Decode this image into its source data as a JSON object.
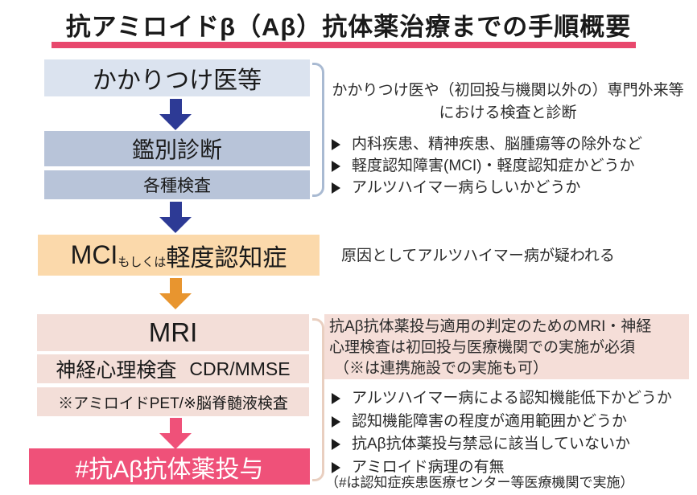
{
  "title": "抗アミロイドβ（Aβ）抗体薬治療までの手順概要",
  "icons": {
    "bullet_arrow": "➢",
    "down_arrow": "↓"
  },
  "colors": {
    "title_underline": "#e8486d",
    "box_blue_light": "#dbe3ef",
    "box_blue": "#b8c4d9",
    "box_peach": "#fbd9ab",
    "box_tan": "#f3ded8",
    "box_pink": "#ef5179",
    "arrow_blue": "#2d3a95",
    "arrow_orange": "#e8952f",
    "arrow_pink": "#ef5179",
    "bracket_blue": "#a9bad2",
    "bracket_tan": "#e9cfc0",
    "highlight_bg": "#f5ded8"
  },
  "flowchart": {
    "primary_care": "かかりつけ医等",
    "differential_diagnosis": "鑑別診断",
    "various_tests": "各種検査",
    "mci_main": "MCI",
    "mci_small": "もしくは",
    "mci_suffix": "軽度認知症",
    "mri": "MRI",
    "neuropsych": "神経心理検査",
    "neuropsych_tests": "CDR/MMSE",
    "amyloid_pet": "※アミロイドPET/※脳脊髄液検査",
    "antibody_treatment": "#抗Aβ抗体薬投与"
  },
  "annotations": {
    "primary_care_note_line1": "かかりつけ医や（初回投与機関以外の）専門外来等",
    "primary_care_note_line2": "における検査と診断",
    "diagnosis_points": [
      "内科疾患、精神疾患、脳腫瘍等の除外など",
      "軽度認知障害(MCI)・軽度認知症かどうか",
      "アルツハイマー病らしいかどうか"
    ],
    "mci_note": "原因としてアルツハイマー病が疑われる",
    "mri_requirement_line1": "抗Aβ抗体薬投与適用の判定のためのMRI・神経",
    "mri_requirement_line2": "心理検査は初回投与医療機関での実施が必須",
    "mri_requirement_line3": "（※は連携施設での実施も可）",
    "assessment_points": [
      "アルツハイマー病による認知機能低下かどうか",
      "認知機能障害の程度が適用範囲かどうか",
      "抗Aβ抗体薬投与禁忌に該当していないか",
      "アミロイド病理の有無"
    ],
    "footnote": "（#は認知症疾患医療センター等医療機関で実施）"
  }
}
